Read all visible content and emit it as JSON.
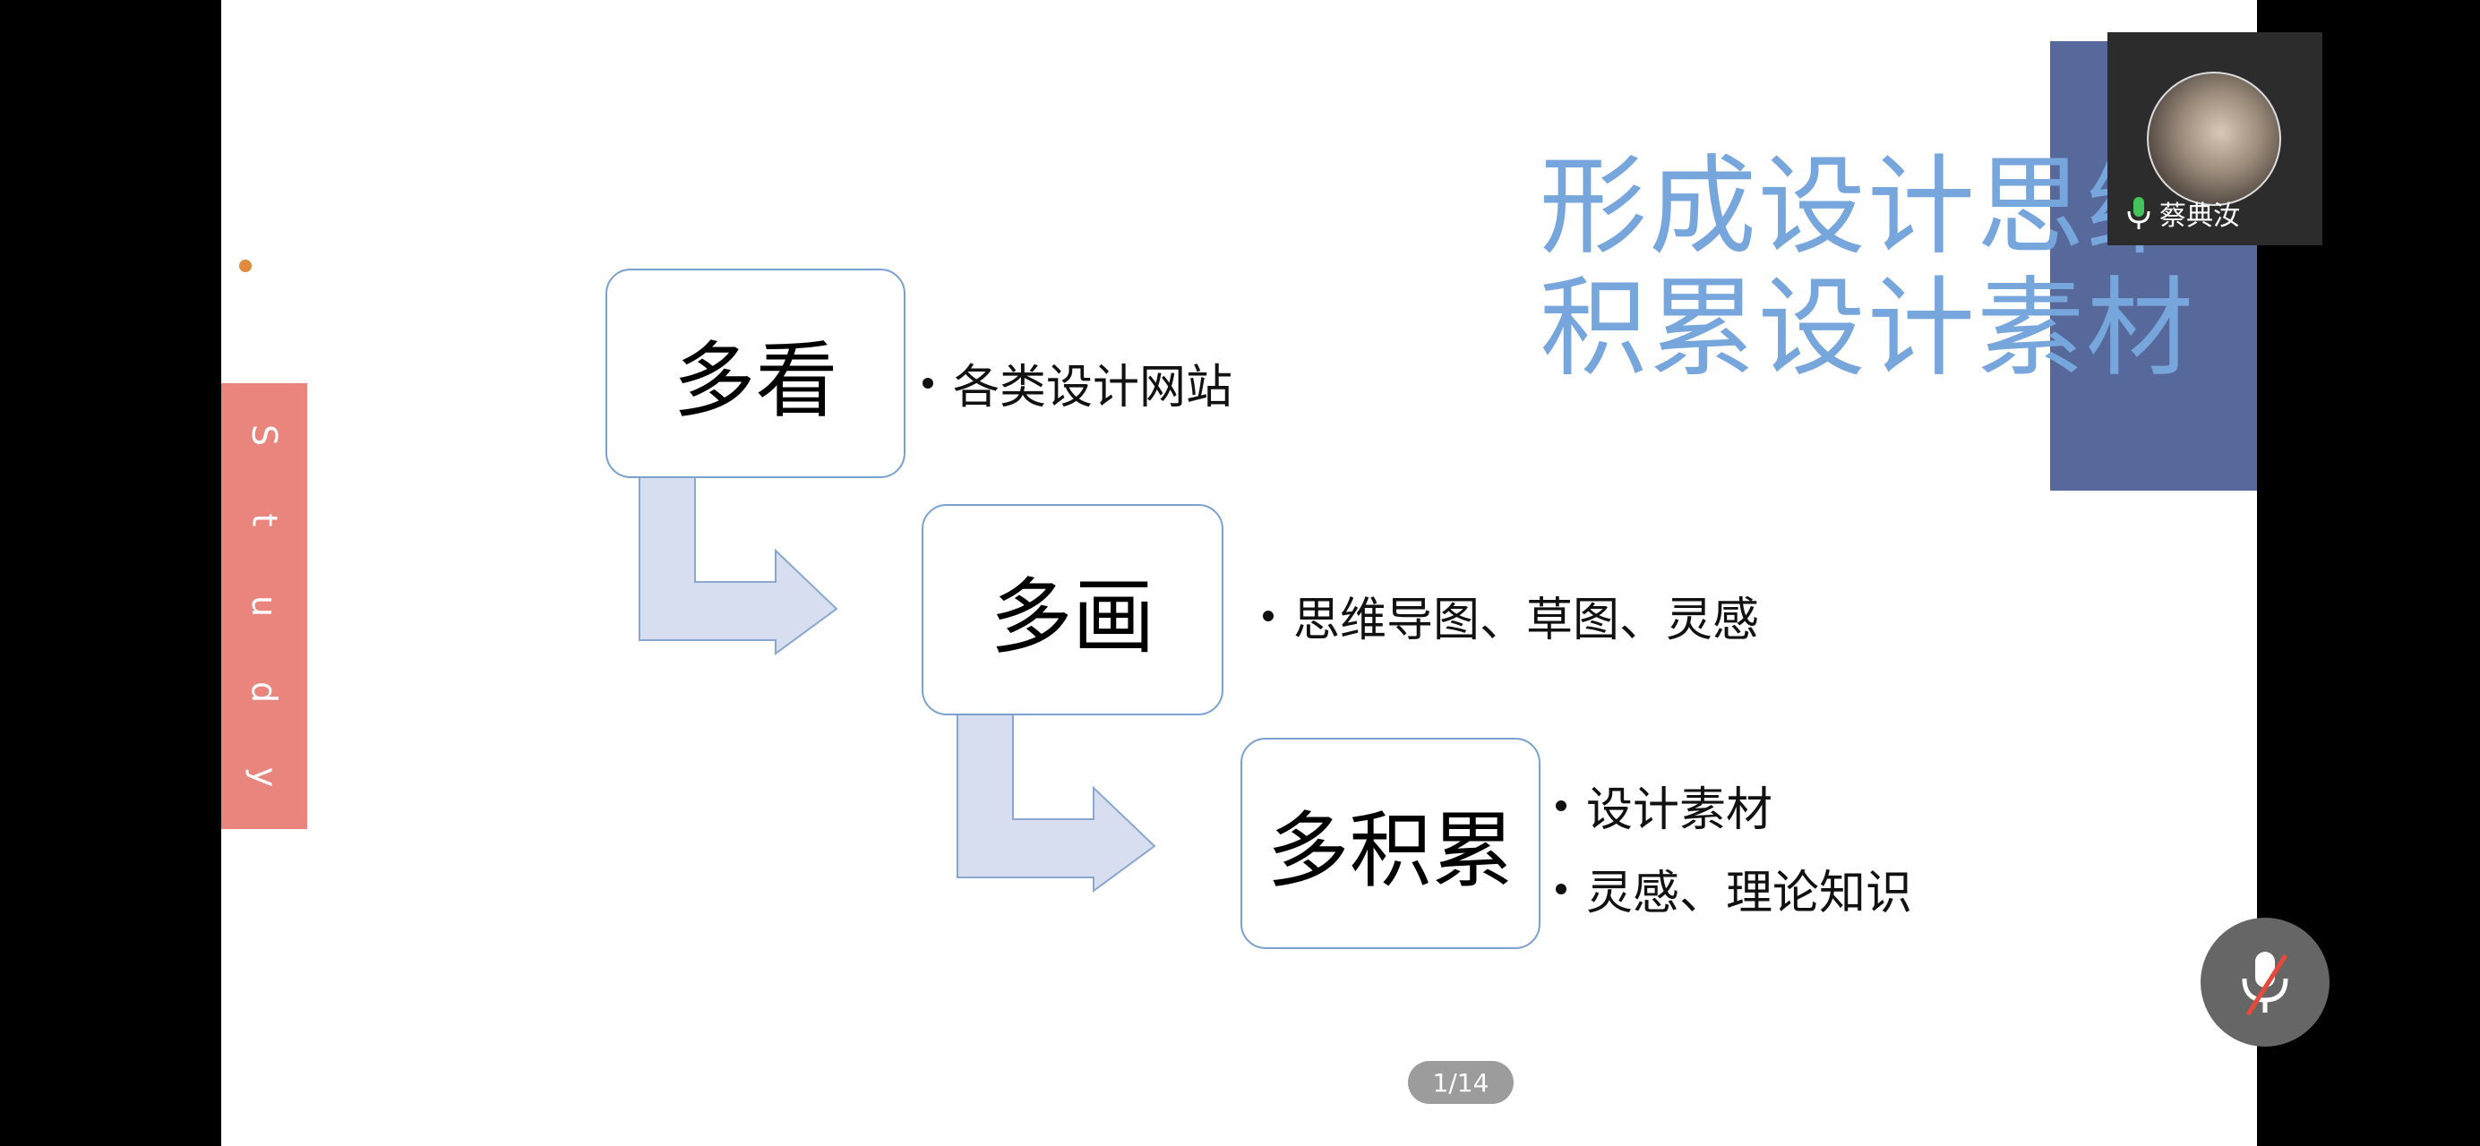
{
  "slide": {
    "side_tab": {
      "letters": [
        "S",
        "t",
        "u",
        "d",
        "y"
      ]
    },
    "title": {
      "line1": "形成设计思维",
      "line2": "积累设计素材"
    },
    "steps": [
      {
        "label": "多看",
        "bullets": [
          "各类设计网站"
        ]
      },
      {
        "label": "多画",
        "bullets": [
          "思维导图、草图、灵感"
        ]
      },
      {
        "label": "多积累",
        "bullets": [
          "设计素材",
          "灵感、理论知识"
        ]
      }
    ],
    "page_indicator": "1/14"
  },
  "participant": {
    "name": "蔡典汝",
    "mic_icon": "microphone-active-icon"
  },
  "controls": {
    "mute_icon": "microphone-muted-icon"
  },
  "colors": {
    "title_blue": "#77a6dc",
    "bar_navy": "#57689a",
    "tab_salmon": "#e9857c",
    "box_border": "#7aa2cf",
    "arrow_fill": "#d6def0",
    "arrow_stroke": "#8aa7cf",
    "mic_green": "#44c35a",
    "mute_red": "#e64a3c"
  }
}
